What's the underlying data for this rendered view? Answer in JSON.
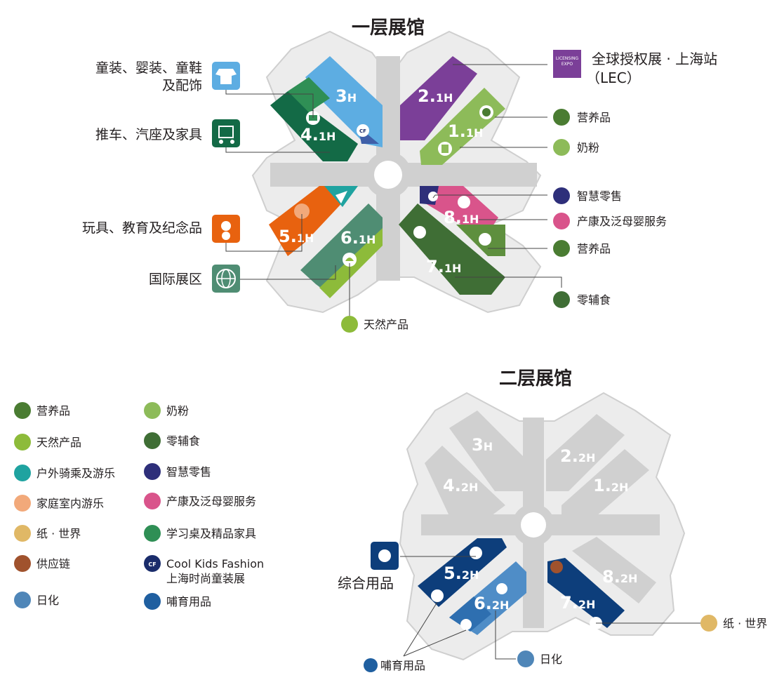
{
  "colors": {
    "floor_base": "#e6e6e6",
    "floor_road": "#cfcfcf",
    "hall_light_blue": "#5dade2",
    "hall_purple": "#7b3f98",
    "hall_dark_green": "#136a46",
    "hall_olive_green": "#8dbb59",
    "hall_orange": "#e8620f",
    "hall_teal": "#4f8d73",
    "hall_forest": "#3f6e35",
    "hall_pink": "#d9548b",
    "hall_navy": "#0d3e7b",
    "hall_mid_blue": "#2e7fc1",
    "hall_grey": "#cfcfcf"
  },
  "floor1": {
    "title": "一层展馆",
    "halls": {
      "h3": {
        "num": "3",
        "sub": "H"
      },
      "h2_1": {
        "num": "2.",
        "sub": "1H"
      },
      "h4_1": {
        "num": "4.",
        "sub": "1H"
      },
      "h1_1": {
        "num": "1.",
        "sub": "1H"
      },
      "h5_1": {
        "num": "5.",
        "sub": "1H"
      },
      "h6_1": {
        "num": "6.",
        "sub": "1H"
      },
      "h8_1": {
        "num": "8.",
        "sub": "1H"
      },
      "h7_1": {
        "num": "7.",
        "sub": "1H"
      }
    },
    "callouts": {
      "kids_apparel_line1": "童装、婴装、童鞋",
      "kids_apparel_line2": "及配饰",
      "strollers": "推车、汽座及家具",
      "toys": "玩具、教育及纪念品",
      "international": "国际展区",
      "lec_line1": "全球授权展 · 上海站",
      "lec_line2": "（LEC）",
      "nutrition_top": "营养品",
      "milk_powder": "奶粉",
      "smart_retail": "智慧零售",
      "maternity_services": "产康及泛母婴服务",
      "nutrition_bottom": "营养品",
      "snacks": "零辅食",
      "natural": "天然产品"
    },
    "lec_logo_line1": "LICENSING",
    "lec_logo_line2": "EXPO",
    "cf_logo": "CF"
  },
  "legend": {
    "col1": [
      "营养品",
      "天然产品",
      "户外骑乘及游乐",
      "家庭室内游乐",
      "纸 · 世界",
      "供应链",
      "日化"
    ],
    "col2": [
      "奶粉",
      "零辅食",
      "智慧零售",
      "产康及泛母婴服务",
      "学习桌及精品家具"
    ],
    "cool_kids_line1": "Cool Kids Fashion",
    "cool_kids_line2": "上海时尚童装展",
    "feeding": "哺育用品"
  },
  "floor2": {
    "title": "二层展馆",
    "halls": {
      "h3": {
        "num": "3",
        "sub": "H"
      },
      "h2_2": {
        "num": "2.",
        "sub": "2H"
      },
      "h4_2": {
        "num": "4.",
        "sub": "2H"
      },
      "h1_2": {
        "num": "1.",
        "sub": "2H"
      },
      "h5_2": {
        "num": "5.",
        "sub": "2H"
      },
      "h6_2": {
        "num": "6.",
        "sub": "2H"
      },
      "h7_2": {
        "num": "7.",
        "sub": "2H"
      },
      "h8_2": {
        "num": "8.",
        "sub": "2H"
      }
    },
    "callouts": {
      "general_goods": "综合用品",
      "feeding": "哺育用品",
      "daily_chem": "日化",
      "paper_world": "纸 · 世界"
    }
  }
}
